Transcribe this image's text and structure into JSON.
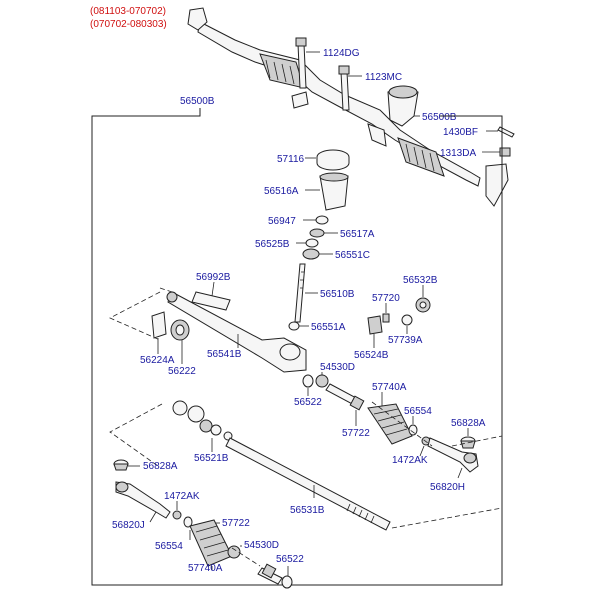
{
  "dates": [
    "(081103-070702)",
    "(070702-080303)"
  ],
  "labels": {
    "l1124DG": "1124DG",
    "l1123MC": "1123MC",
    "l56500B_top": "56500B",
    "l56500B_right": "56500B",
    "l1430BF": "1430BF",
    "l1313DA": "1313DA",
    "l57116": "57116",
    "l56516A": "56516A",
    "l56947": "56947",
    "l56517A": "56517A",
    "l56525B": "56525B",
    "l56551C": "56551C",
    "l56992B": "56992B",
    "l56510B": "56510B",
    "l56532B": "56532B",
    "l57720": "57720",
    "l56551A": "56551A",
    "l57739A": "57739A",
    "l56224A": "56224A",
    "l56541B": "56541B",
    "l56524B": "56524B",
    "l56222": "56222",
    "l54530D_a": "54530D",
    "l57740A_a": "57740A",
    "l56522_a": "56522",
    "l56554_a": "56554",
    "l56828A_a": "56828A",
    "l57722_a": "57722",
    "l1472AK_a": "1472AK",
    "l56521B": "56521B",
    "l56828A_b": "56828A",
    "l56820H": "56820H",
    "l1472AK_b": "1472AK",
    "l56531B": "56531B",
    "l56820J": "56820J",
    "l57722_b": "57722",
    "l56554_b": "56554",
    "l54530D_b": "54530D",
    "l57740A_b": "57740A",
    "l56522_b": "56522"
  }
}
